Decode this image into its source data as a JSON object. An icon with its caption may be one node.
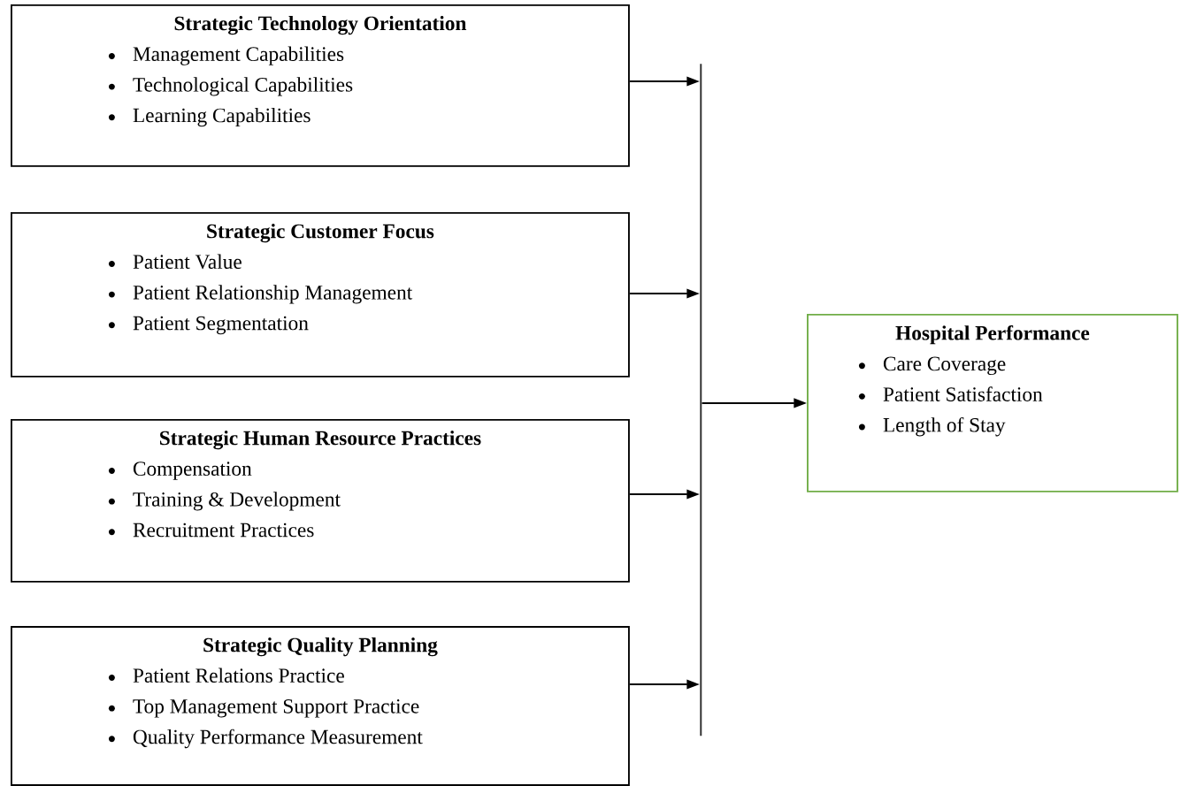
{
  "diagram": {
    "nodes": [
      {
        "text": [
          "Strategic Technology Orientation",
          "Management Capabilities",
          "Technological Capabilities",
          "Learning Capabilities"
        ]
      },
      {
        "text": [
          "Strategic Customer Focus",
          "Patient Value",
          "Patient Relationship Management",
          "Patient Segmentation"
        ]
      },
      {
        "text": [
          "Strategic Human Resource Practices",
          "Compensation",
          "Training & Development",
          "Recruitment Practices"
        ]
      },
      {
        "text": [
          "Strategic Quality Planning",
          "Patient Relations Practice",
          "Top Management Support Practice",
          "Quality Performance Measurement"
        ]
      },
      {
        "text": [],
        "shape": "bar"
      },
      {
        "text": [
          "Hospital Performance",
          "Care Coverage",
          "Patient Satisfaction",
          "Length of Stay"
        ]
      }
    ],
    "edges": [
      {
        "from": 0,
        "to": 4,
        "arrow": "to"
      },
      {
        "from": 1,
        "to": 4,
        "arrow": "to"
      },
      {
        "from": 2,
        "to": 4,
        "arrow": "to"
      },
      {
        "from": 3,
        "to": 4,
        "arrow": "to"
      },
      {
        "from": 4,
        "to": 5,
        "arrow": "to"
      }
    ]
  }
}
